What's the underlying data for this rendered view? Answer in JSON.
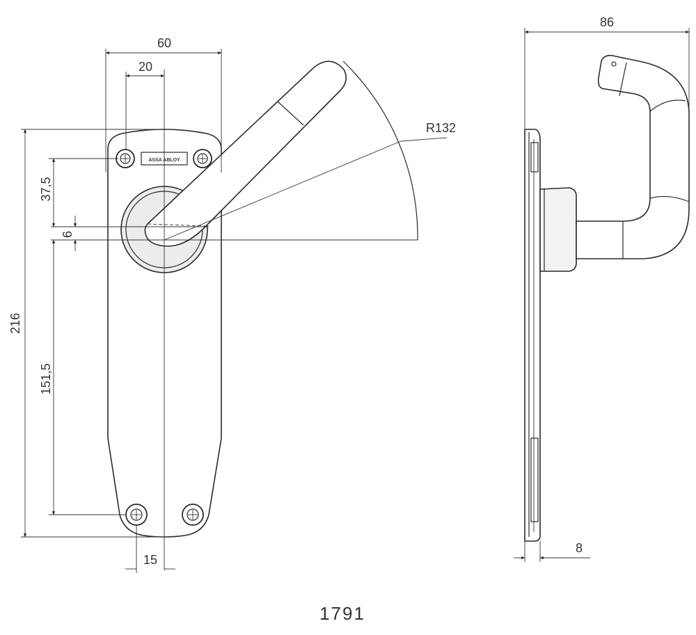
{
  "colors": {
    "line": "#2a2a2a",
    "background": "#ffffff",
    "part_shading": "#e6e6e6"
  },
  "front_view": {
    "dim_width_outer": "60",
    "dim_width_inner": "20",
    "dim_height_total": "216",
    "dim_top_offset": "37,5",
    "dim_spindle_offset": "6",
    "dim_hole_spacing": "151,5",
    "dim_bottom_width": "15",
    "dim_radius": "R132",
    "brand_plate": "ASSA ABLOY"
  },
  "side_view": {
    "dim_depth": "86",
    "dim_plate_thickness": "8"
  },
  "caption": "1791"
}
